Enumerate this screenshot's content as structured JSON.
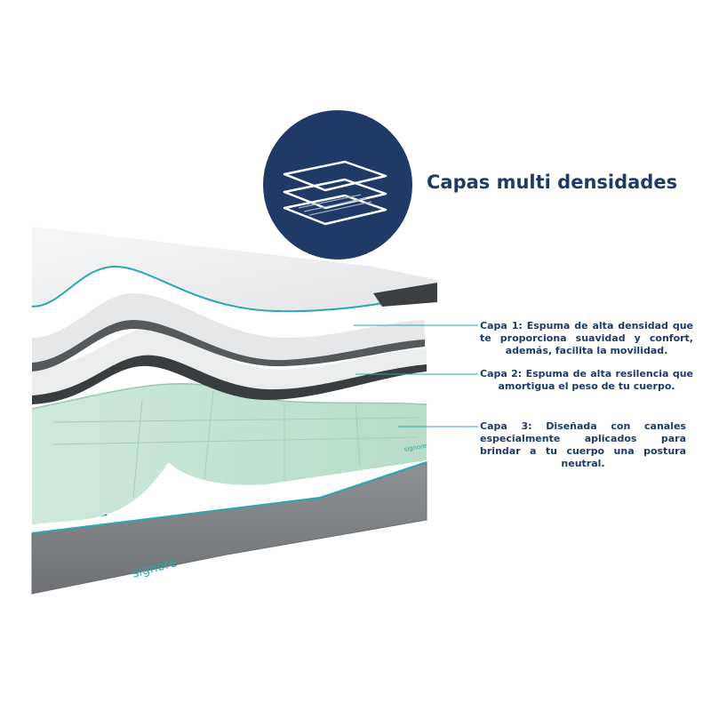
{
  "header": {
    "title": "Capas multi densidades",
    "icon": "layers-icon",
    "circle_color": "#1f3a66"
  },
  "layers": [
    {
      "label": "Capa 1:",
      "text": "Espuma de alta densidad que te proporciona suavidad y confort, además, facilita la movilidad."
    },
    {
      "label": "Capa 2:",
      "text": "Espuma de alta resilencia que amortigua el peso de tu cuerpo."
    },
    {
      "label": "Capa 3:",
      "text": "Diseñada con canales especialmente aplicados para brindar a tu cuerpo una postura neutral."
    }
  ],
  "brand": {
    "logo_text": "signore",
    "accent_color": "#2aa7ae",
    "text_color": "#1f3a66"
  }
}
